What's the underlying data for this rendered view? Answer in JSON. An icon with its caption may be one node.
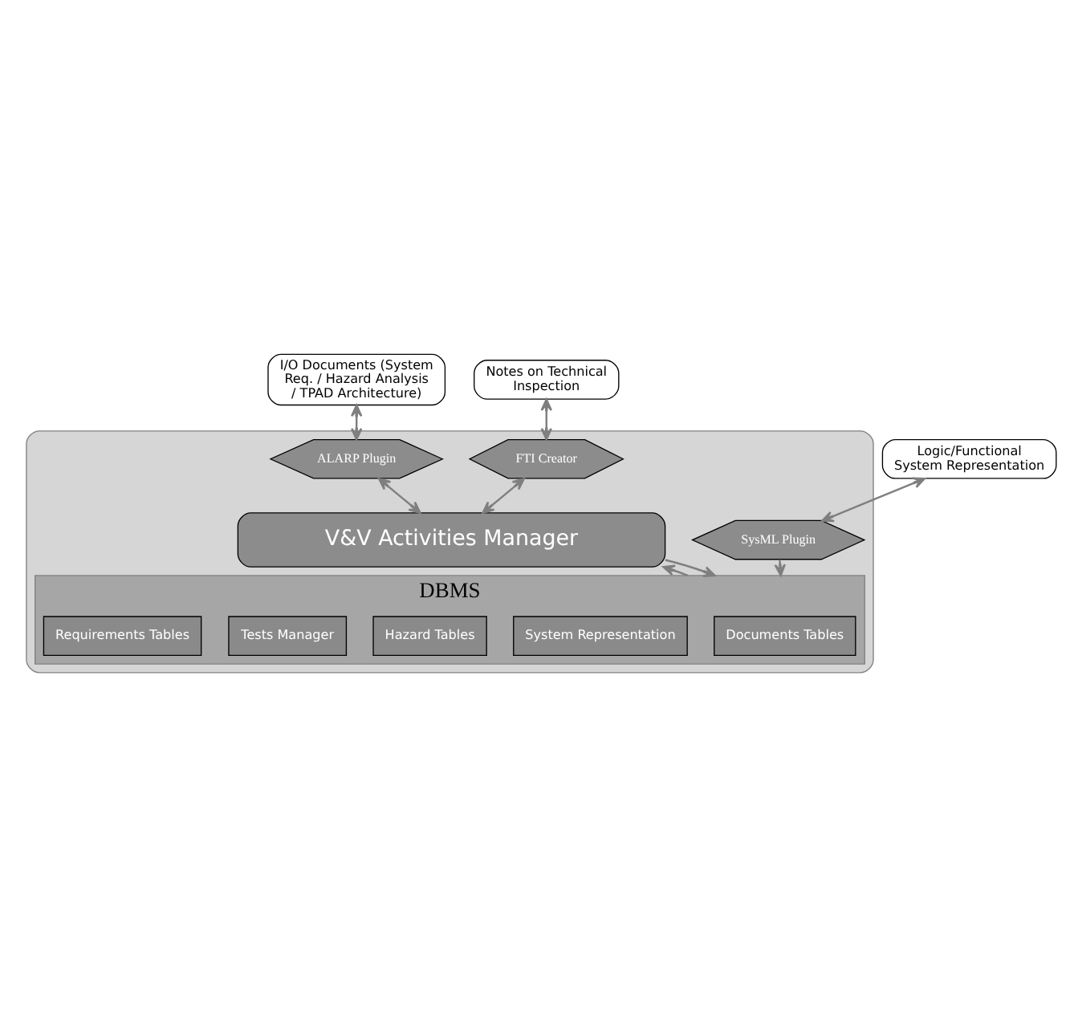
{
  "diagram": {
    "nodes": [
      {
        "text": [
          "I/O Documents (System Req. / Hazard Analysis / TPAD Architecture)"
        ]
      },
      {
        "text": [
          "Notes on Technical Inspection"
        ]
      },
      {
        "text": [
          "Logic/Functional System Representation"
        ]
      },
      {
        "text": [],
        "shape": "box"
      },
      {
        "text": [
          "ALARP Plugin"
        ],
        "in": 3
      },
      {
        "text": [
          "FTI Creator"
        ],
        "in": 3
      },
      {
        "text": [
          "SysML Plugin"
        ],
        "in": 3
      },
      {
        "text": [
          "V&V Activities Manager"
        ],
        "in": 3
      },
      {
        "text": [
          "DBMS"
        ],
        "in": 3
      },
      {
        "text": [
          "Documents Tables"
        ],
        "in": 8
      },
      {
        "text": [
          "System Representation"
        ],
        "in": 8
      },
      {
        "text": [
          "Hazard Tables"
        ],
        "in": 8
      },
      {
        "text": [
          "Tests Manager"
        ],
        "in": 8
      },
      {
        "text": [
          "Requirements Tables"
        ],
        "in": 8
      }
    ],
    "edges": [
      {
        "from": 0,
        "to": 4,
        "arrow": "both"
      },
      {
        "from": 1,
        "to": 5,
        "arrow": "both"
      },
      {
        "from": 2,
        "to": 6,
        "arrow": "both"
      },
      {
        "from": 4,
        "to": 7,
        "arrow": "both"
      },
      {
        "from": 5,
        "to": 7,
        "arrow": "both"
      },
      {
        "from": 7,
        "to": 8,
        "arrow": "to"
      },
      {
        "from": 8,
        "to": 7,
        "arrow": "to"
      },
      {
        "from": 6,
        "to": 8,
        "arrow": "to"
      }
    ]
  }
}
